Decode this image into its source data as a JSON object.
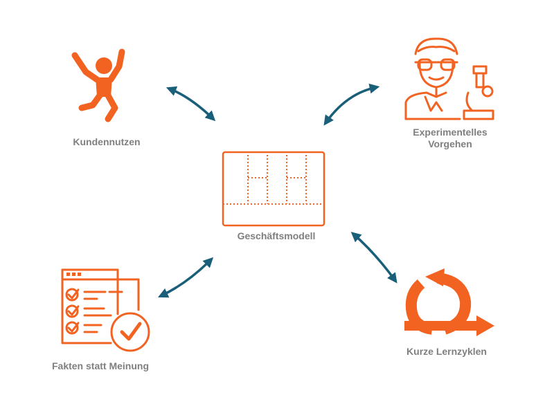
{
  "colors": {
    "accent": "#f26322",
    "connector": "#1a5f7a",
    "label": "#7f7f7f",
    "background": "#ffffff"
  },
  "center": {
    "icon": "business-model-canvas-icon",
    "label": "Geschäftsmodell"
  },
  "nodes": [
    {
      "id": "kundennutzen",
      "icon": "jumping-person-icon",
      "lines": [
        "Kundennutzen"
      ]
    },
    {
      "id": "experimentelles-vorgehen",
      "icon": "scientist-microscope-icon",
      "lines": [
        "Experimentelles",
        "Vorgehen"
      ]
    },
    {
      "id": "fakten-statt-meinung",
      "icon": "checklist-icon",
      "lines": [
        "Fakten statt Meinung"
      ]
    },
    {
      "id": "kurze-lernzyklen",
      "icon": "cycle-arrow-icon",
      "lines": [
        "Kurze Lernzyklen"
      ]
    }
  ]
}
